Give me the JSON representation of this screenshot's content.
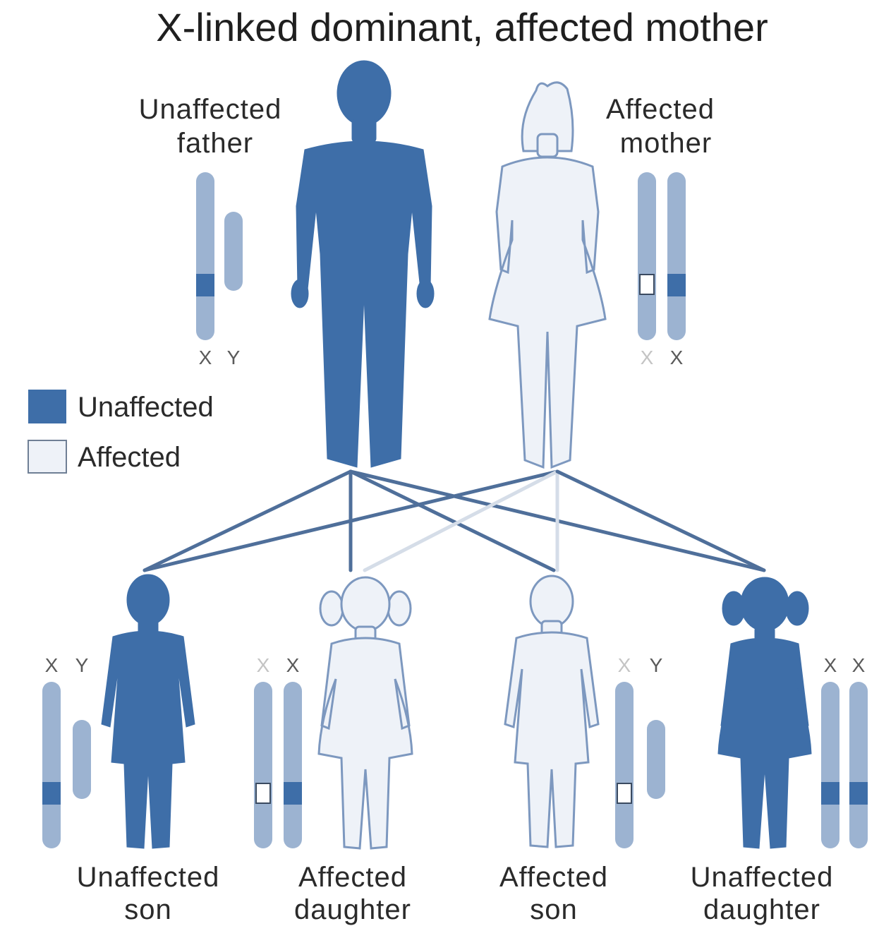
{
  "title": "X-linked dominant, affected mother",
  "colors": {
    "dark": "#3e6ea8",
    "light": "#eef2f8",
    "outline": "#7d98bf",
    "chromosome": "#9cb3d1",
    "line_dark": "#4f6f9a",
    "line_light": "#d5dde8"
  },
  "legend": {
    "dark_label": "Unaffected",
    "light_label": "Affected"
  },
  "parents": {
    "father": {
      "line1": "Unaffected",
      "line2": "father",
      "chromosomes": [
        "X",
        "Y"
      ]
    },
    "mother": {
      "line1": "Affected",
      "line2": "mother",
      "chromosomes": [
        "X",
        "X"
      ]
    }
  },
  "children": [
    {
      "line1": "Unaffected",
      "line2": "son",
      "chromosomes": [
        "X",
        "Y"
      ]
    },
    {
      "line1": "Affected",
      "line2": "daughter",
      "chromosomes": [
        "X",
        "X"
      ]
    },
    {
      "line1": "Affected",
      "line2": "son",
      "chromosomes": [
        "X",
        "Y"
      ]
    },
    {
      "line1": "Unaffected",
      "line2": "daughter",
      "chromosomes": [
        "X",
        "X"
      ]
    }
  ]
}
